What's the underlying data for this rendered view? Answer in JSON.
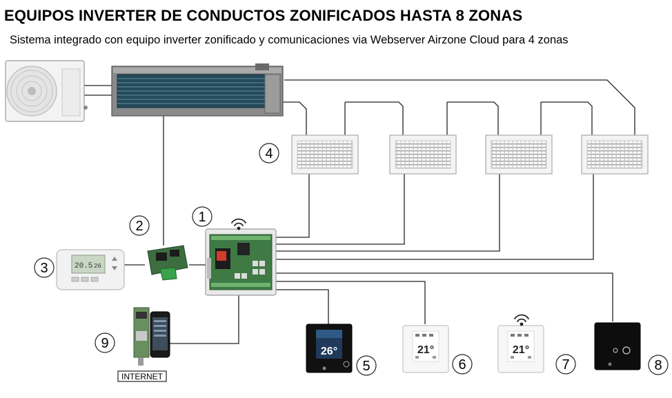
{
  "header": {
    "title": "EQUIPOS INVERTER DE CONDUCTOS ZONIFICADOS HASTA 8 ZONAS",
    "subtitle": "Sistema integrado con equipo inverter zonificado y comunicaciones via Webserver Airzone Cloud para 4 zonas"
  },
  "callouts": [
    "1",
    "2",
    "3",
    "4",
    "5",
    "6",
    "7",
    "8",
    "9"
  ],
  "thermostats": {
    "t5_temp": "26°",
    "t6_temp": "21°",
    "t7_temp": "21°"
  },
  "webserver": {
    "label": "INTERNET"
  },
  "colors": {
    "line": "#222222",
    "grille": "#e8e8e8",
    "duct": "#7a7a7a",
    "board": "#3a6e3a"
  }
}
